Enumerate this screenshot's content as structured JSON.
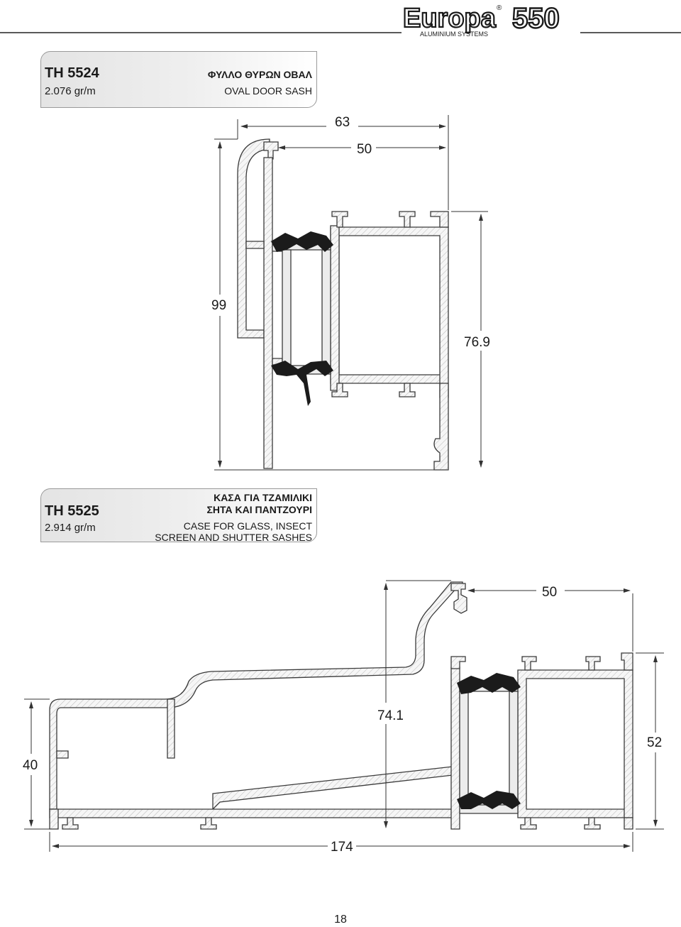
{
  "brand": {
    "name": "Europa",
    "model": "550",
    "tagline": "ALUMINIUM SYSTEMS",
    "registered": "®",
    "color": "#1a1a1a"
  },
  "profile_1": {
    "code": "TH 5524",
    "weight": "2.076 gr/m",
    "title_gr": "ΦΥΛΛΟ ΘΥΡΩΝ ΟΒΑΛ",
    "title_en": "OVAL DOOR SASH",
    "dimensions": {
      "overall_width": "63",
      "inner_width": "50",
      "overall_height": "99",
      "frame_height": "76.9"
    }
  },
  "profile_2": {
    "code": "TH 5525",
    "weight": "2.914 gr/m",
    "title_gr_line1": "ΚΑΣΑ ΓΙΑ ΤΖΑΜΙΛΙΚΙ",
    "title_gr_line2": "ΣΗΤΑ ΚΑΙ ΠΑΝΤΖΟΥΡΙ",
    "title_en_line1": "CASE FOR GLASS, INSECT",
    "title_en_line2": "SCREEN AND SHUTTER SASHES",
    "dimensions": {
      "top_width": "50",
      "overall_height": "74.1",
      "right_height": "52",
      "left_height": "40",
      "overall_width": "174"
    }
  },
  "page": {
    "number": "18"
  },
  "colors": {
    "profile_fill": "#f4f4f4",
    "profile_stroke": "#3a3a3a",
    "gasket": "#1b1b1b",
    "dimension": "#333333"
  }
}
